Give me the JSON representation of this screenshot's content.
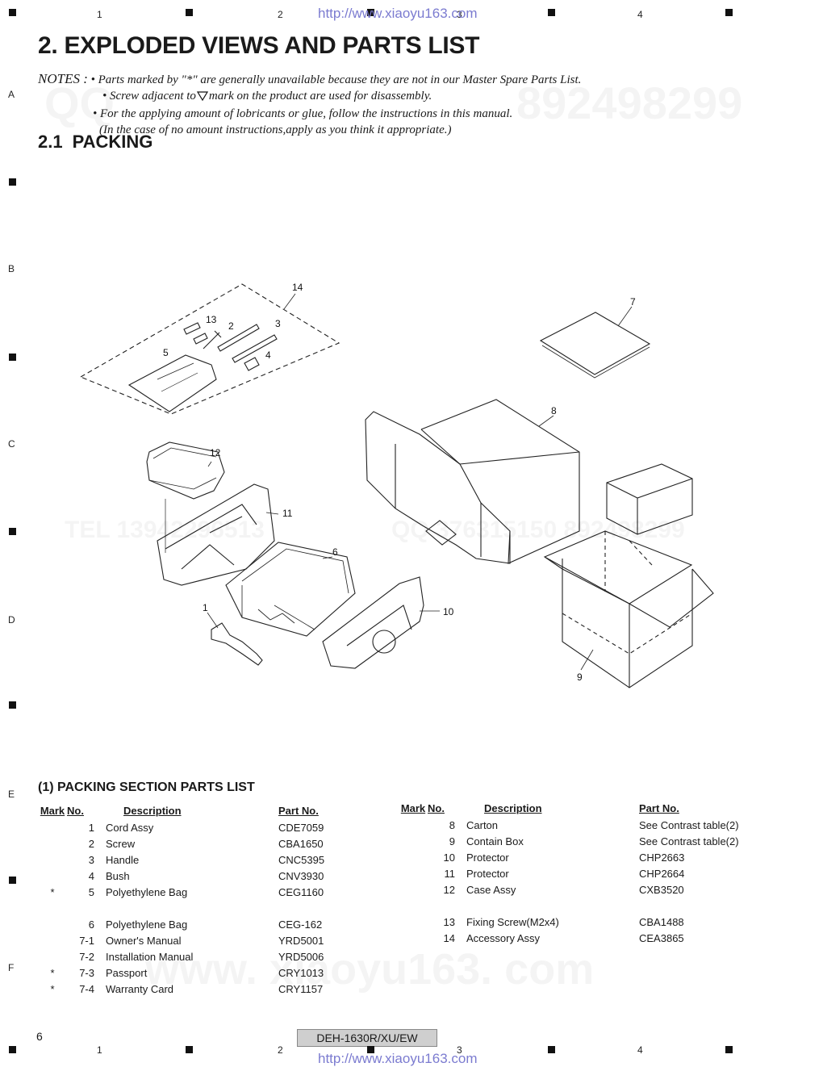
{
  "grid": {
    "columns": [
      "1",
      "2",
      "3",
      "4"
    ],
    "rows": [
      "A",
      "B",
      "C",
      "D",
      "E",
      "F"
    ]
  },
  "url": "http://www.xiaoyu163.com",
  "title": "2. EXPLODED VIEWS AND PARTS LIST",
  "notes": {
    "label": "NOTES :",
    "lines": [
      "• Parts marked by  \"*\"  are generally unavailable because they are not in our Master Spare Parts List.",
      "• Screw adjacent to",
      "mark on the product are used for disassembly.",
      "• For the applying amount of lobricants or glue, follow the instructions in this manual.",
      "(In the case of no amount instructions,apply as you think it appropriate.)"
    ]
  },
  "section": {
    "number": "2.1",
    "title": "PACKING"
  },
  "diagram_labels": [
    "14",
    "13",
    "2",
    "3",
    "5",
    "4",
    "7",
    "8",
    "12",
    "11",
    "6",
    "1",
    "10",
    "9"
  ],
  "parts_list": {
    "title": "(1) PACKING SECTION PARTS LIST",
    "headers": {
      "mark": "Mark",
      "no": "No.",
      "description": "Description",
      "part_no": "Part No."
    },
    "left": [
      {
        "mark": "",
        "no": "1",
        "desc": "Cord Assy",
        "part": "CDE7059"
      },
      {
        "mark": "",
        "no": "2",
        "desc": "Screw",
        "part": "CBA1650"
      },
      {
        "mark": "",
        "no": "3",
        "desc": "Handle",
        "part": "CNC5395"
      },
      {
        "mark": "",
        "no": "4",
        "desc": "Bush",
        "part": "CNV3930"
      },
      {
        "mark": "*",
        "no": "5",
        "desc": "Polyethylene Bag",
        "part": "CEG1160"
      },
      {
        "mark": "",
        "no": "",
        "desc": "",
        "part": ""
      },
      {
        "mark": "",
        "no": "6",
        "desc": "Polyethylene Bag",
        "part": "CEG-162"
      },
      {
        "mark": "",
        "no": "7-1",
        "desc": "Owner's Manual",
        "part": "YRD5001"
      },
      {
        "mark": "",
        "no": "7-2",
        "desc": "Installation Manual",
        "part": "YRD5006"
      },
      {
        "mark": "*",
        "no": "7-3",
        "desc": "Passport",
        "part": "CRY1013"
      },
      {
        "mark": "*",
        "no": "7-4",
        "desc": "Warranty Card",
        "part": "CRY1157"
      }
    ],
    "right": [
      {
        "mark": "",
        "no": "8",
        "desc": "Carton",
        "part": "See Contrast table(2)"
      },
      {
        "mark": "",
        "no": "9",
        "desc": "Contain Box",
        "part": "See Contrast table(2)"
      },
      {
        "mark": "",
        "no": "10",
        "desc": "Protector",
        "part": "CHP2663"
      },
      {
        "mark": "",
        "no": "11",
        "desc": "Protector",
        "part": "CHP2664"
      },
      {
        "mark": "",
        "no": "12",
        "desc": "Case Assy",
        "part": "CXB3520"
      },
      {
        "mark": "",
        "no": "",
        "desc": "",
        "part": ""
      },
      {
        "mark": "",
        "no": "13",
        "desc": "Fixing Screw(M2x4)",
        "part": "CBA1488"
      },
      {
        "mark": "",
        "no": "14",
        "desc": "Accessory Assy",
        "part": "CEA3865"
      }
    ]
  },
  "footer": {
    "page": "6",
    "model": "DEH-1630R/XU/EW"
  }
}
